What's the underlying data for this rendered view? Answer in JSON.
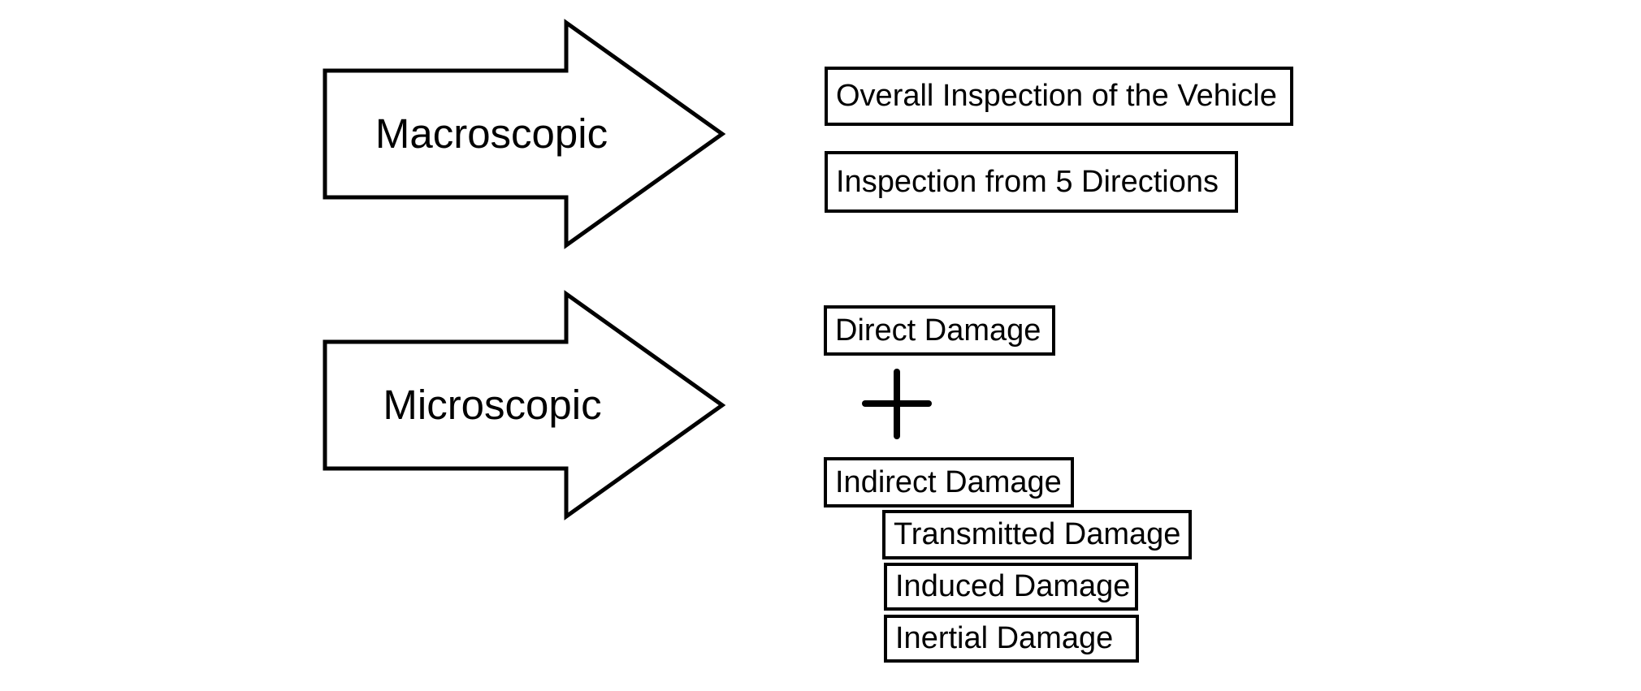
{
  "canvas": {
    "background": "#ffffff",
    "ink": "#000000"
  },
  "macroscopic": {
    "arrow_label": "Macroscopic",
    "boxes": {
      "overall": "Overall Inspection of the Vehicle",
      "directions": "Inspection from 5 Directions"
    }
  },
  "microscopic": {
    "arrow_label": "Microscopic",
    "direct": "Direct Damage",
    "plus_symbol": "+",
    "indirect": "Indirect Damage",
    "sub_damages": {
      "transmitted": "Transmitted Damage",
      "induced": "Induced Damage",
      "inertial": "Inertial Damage"
    }
  }
}
